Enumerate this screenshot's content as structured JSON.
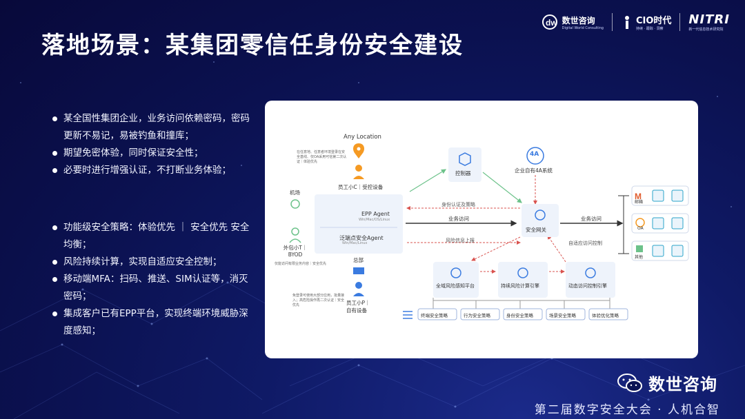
{
  "slide": {
    "title": "落地场景：某集团零信任身份安全建设"
  },
  "logos": {
    "shushi": {
      "name": "数世咨询",
      "sub": "Digital World Consulting"
    },
    "cio": {
      "name": "CIO时代",
      "sub": "持续 · 跟踪 · 洞察"
    },
    "nitri": {
      "name": "NITRI",
      "sub": "新一代信息技术研究院"
    }
  },
  "bullets_top": [
    "某全国性集团企业，业务访问依赖密码，密码更新不易记，易被钓鱼和撞库；",
    "期望免密体验，同时保证安全性；",
    "必要时进行增强认证，不打断业务体验；"
  ],
  "bullets_bottom": [
    "功能级安全策略：体验优先 ｜ 安全优先 安全均衡；",
    "风险持续计算，实现自适应安全控制；",
    "移动端MFA：扫码、推送、SIM认证等，消灭密码；",
    "集成客户已有EPP平台，实现终端环境威胁深度感知；"
  ],
  "diagram": {
    "any_location": "Any Location",
    "note_top": "在任意地、任意者环境登录在安全基线、仅OA采用可信第二次认证｜体验优先",
    "employee_c": "员工小C｜受控设备",
    "airport": "机场",
    "contractor": "外包小T｜BYOD",
    "note_mid": "仅能访问有限业务内容｜安全优先",
    "epp_agent": "EPP Agent",
    "epp_os": "Win/Mac/OS/Linux",
    "fan_agent": "泛端点安全Agent",
    "fan_os": "Win/Mac/Linux",
    "hq": "总部",
    "employee_p": "员工小P｜自有设备",
    "note_bottom": "免登录可使用大部分应用，批量接入；高危险操作再二次认证｜安全优先",
    "controller": "控制器",
    "four_a_badge": "4A",
    "four_a_label": "企业自有4A系统",
    "identity_auth": "身份认证及策略",
    "business_access_left": "业务访问",
    "risk_report": "风险信息上报",
    "gateway": "安全网关",
    "business_access_right": "业务访问",
    "adaptive_control": "自适应访问控制",
    "mail": "邮箱",
    "oa": "OA",
    "others": "其他",
    "engine1": "全域风险感知平台",
    "engine2": "持续风险计算引擎",
    "engine3": "动态访问控制引擎",
    "policies": [
      "终端安全策略",
      "行为安全策略",
      "身份安全策略",
      "场景安全策略",
      "体验优化策略"
    ]
  },
  "footer": {
    "brand": "数世咨询",
    "conference": "第二届数字安全大会 · 人机合智"
  },
  "colors": {
    "accent_blue": "#3a7be0",
    "green_arrow": "#6cc28a",
    "red_dashed": "#d9534f",
    "orange_pin": "#f59a23"
  }
}
